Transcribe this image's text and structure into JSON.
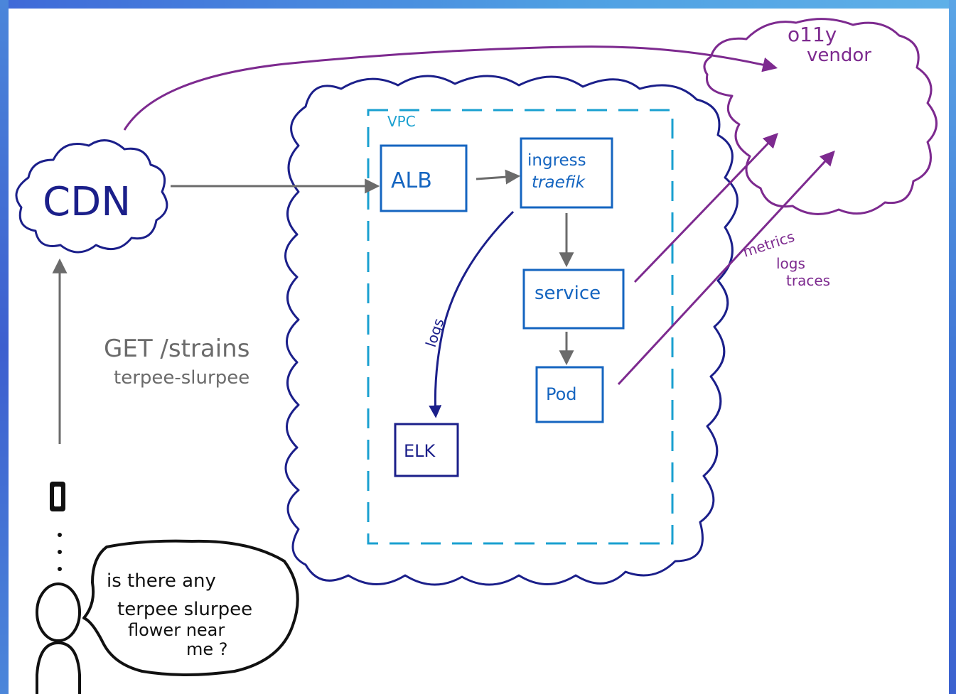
{
  "colors": {
    "navy": "#1b1f8a",
    "blue": "#1565c0",
    "teal": "#1aa0d0",
    "purple": "#7d2a8f",
    "gray": "#6b6b6b",
    "black": "#111111"
  },
  "labels": {
    "cdn": "CDN",
    "vpc": "VPC",
    "alb": "ALB",
    "ingress_line1": "ingress",
    "ingress_line2": "traefik",
    "service": "service",
    "pod": "Pod",
    "elk": "ELK",
    "logs_edge": "logs",
    "o11y_line1": "o11y",
    "o11y_line2": "vendor",
    "telemetry_line1": "metrics",
    "telemetry_line2": "logs",
    "telemetry_line3": "traces",
    "request_line1": "GET /strains",
    "request_line2": "terpee-slurpee",
    "speech_line1": "is there any",
    "speech_line2": "terpee slurpee",
    "speech_line3": "flower near",
    "speech_line4": "me ?"
  }
}
